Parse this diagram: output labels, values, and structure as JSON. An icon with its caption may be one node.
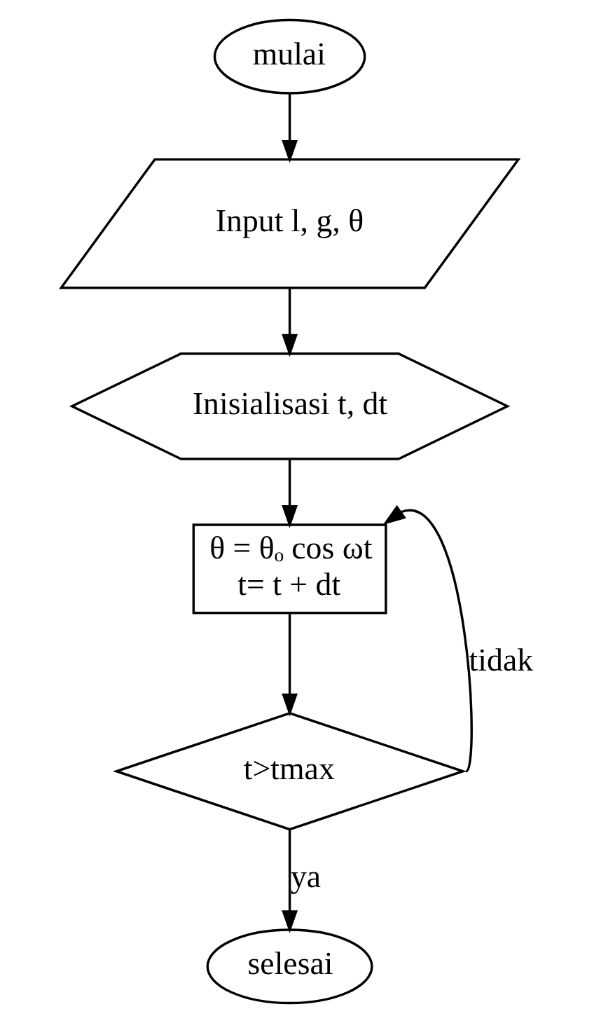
{
  "diagram": {
    "nodes": [
      {
        "text": [
          "mulai"
        ]
      },
      {
        "text": [
          "Input l, g, θ"
        ]
      },
      {
        "text": [
          "Inisialisasi t, dt"
        ]
      },
      {
        "text": [
          "θ = θₒ cos ωt",
          "t= t + dt"
        ]
      },
      {
        "text": [
          "t>tmax"
        ]
      },
      {
        "text": [
          "selesai"
        ]
      }
    ],
    "edges": [
      {
        "from": 0,
        "to": 1,
        "arrow": "to"
      },
      {
        "from": 1,
        "to": 2,
        "arrow": "to"
      },
      {
        "from": 2,
        "to": 3,
        "arrow": "to"
      },
      {
        "from": 3,
        "to": 4,
        "arrow": "to"
      },
      {
        "from": 4,
        "to": 5,
        "arrow": "to",
        "label": "ya"
      },
      {
        "from": 4,
        "to": 3,
        "arrow": "to",
        "label": "tidak"
      }
    ]
  }
}
